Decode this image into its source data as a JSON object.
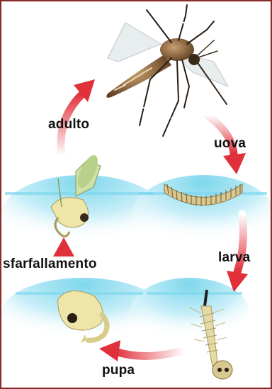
{
  "diagram": {
    "stages": {
      "adult": "adulto",
      "eggs": "uova",
      "larva": "larva",
      "emergence": "sfarfallamento",
      "pupa": "pupa"
    },
    "colors": {
      "frame": "#8a2a26",
      "arrow": "#e0303a",
      "water": "#7fd7ec",
      "mosquito_body": "#7a5530",
      "larva_body": "#e6d9a8"
    }
  }
}
